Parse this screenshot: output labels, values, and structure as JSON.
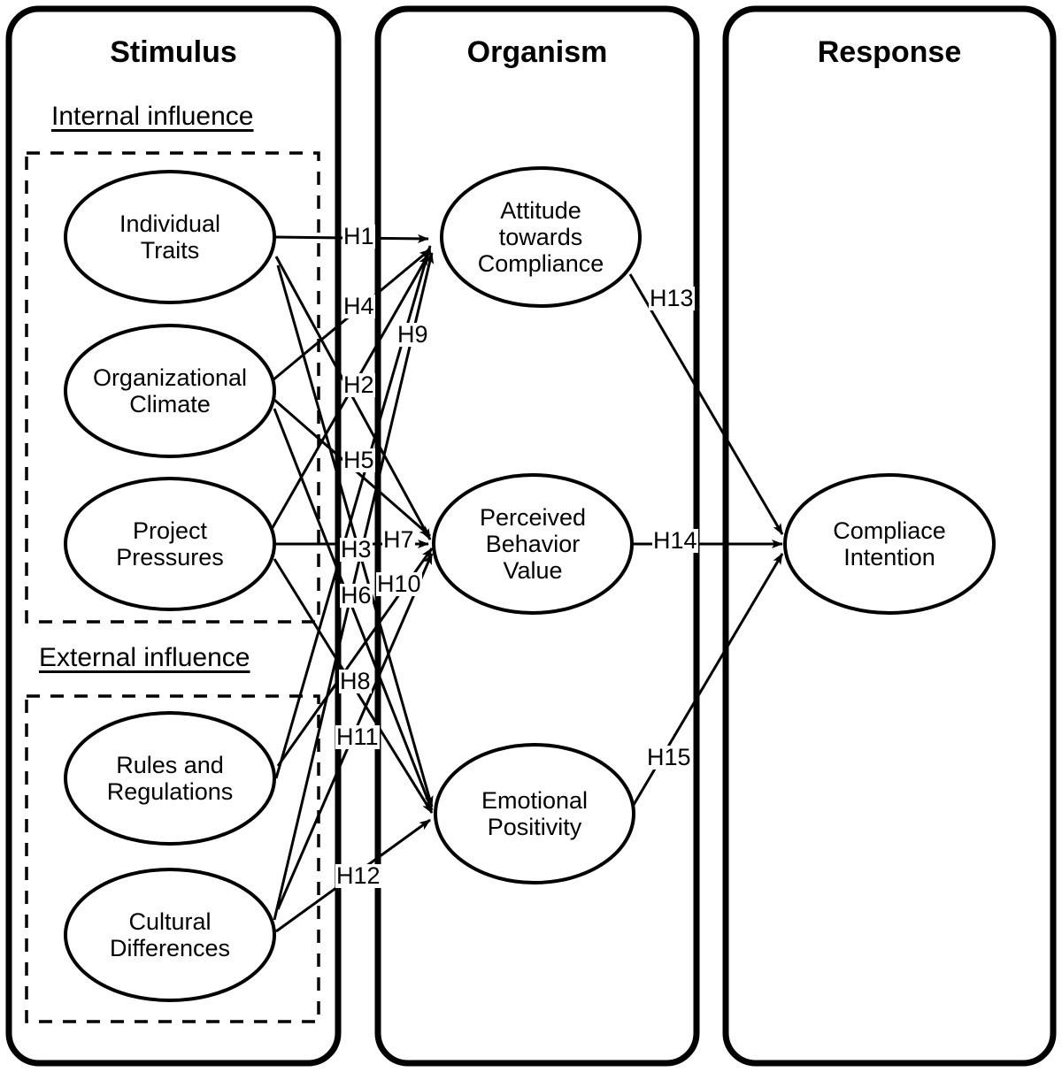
{
  "figure": {
    "type": "diagram",
    "framework": "Stimulus-Organism-Response (S-O-R) research model",
    "panels": [
      {
        "id": "stimulus",
        "title": "Stimulus"
      },
      {
        "id": "organism",
        "title": "Organism"
      },
      {
        "id": "response",
        "title": "Response"
      }
    ],
    "groups": [
      {
        "id": "internal",
        "title": "Internal influence"
      },
      {
        "id": "external",
        "title": "External influence"
      }
    ],
    "nodes": [
      {
        "id": "individual_traits",
        "label": "Individual\nTraits",
        "panel": "stimulus",
        "group": "internal"
      },
      {
        "id": "organizational_climate",
        "label": "Organizational\nClimate",
        "panel": "stimulus",
        "group": "internal"
      },
      {
        "id": "project_pressures",
        "label": "Project\nPressures",
        "panel": "stimulus",
        "group": "internal"
      },
      {
        "id": "rules_and_regulations",
        "label": "Rules and\nRegulations",
        "panel": "stimulus",
        "group": "external"
      },
      {
        "id": "cultural_differences",
        "label": "Cultural\nDifferences",
        "panel": "stimulus",
        "group": "external"
      },
      {
        "id": "attitude_towards_compliance",
        "label": "Attitude\ntowards\nCompliance",
        "panel": "organism"
      },
      {
        "id": "perceived_behavior_value",
        "label": "Perceived\nBehavior\nValue",
        "panel": "organism"
      },
      {
        "id": "emotional_positivity",
        "label": "Emotional\nPositivity",
        "panel": "organism"
      },
      {
        "id": "compliace_intention",
        "label": "Compliace\nIntention",
        "panel": "response"
      }
    ],
    "hypotheses": [
      {
        "id": "H1",
        "label": "H1",
        "from": "individual_traits",
        "to": "attitude_towards_compliance"
      },
      {
        "id": "H2",
        "label": "H2",
        "from": "organizational_climate",
        "to": "attitude_towards_compliance"
      },
      {
        "id": "H3",
        "label": "H3",
        "from": "project_pressures",
        "to": "attitude_towards_compliance"
      },
      {
        "id": "H4",
        "label": "H4",
        "from": "rules_and_regulations",
        "to": "attitude_towards_compliance"
      },
      {
        "id": "H5",
        "label": "H5",
        "from": "cultural_differences",
        "to": "attitude_towards_compliance"
      },
      {
        "id": "H6",
        "label": "H6",
        "from": "individual_traits",
        "to": "perceived_behavior_value"
      },
      {
        "id": "H7",
        "label": "H7",
        "from": "project_pressures",
        "to": "perceived_behavior_value"
      },
      {
        "id": "H8",
        "label": "H8",
        "from": "organizational_climate",
        "to": "perceived_behavior_value"
      },
      {
        "id": "H9",
        "label": "H9",
        "from": "rules_and_regulations",
        "to": "perceived_behavior_value"
      },
      {
        "id": "H10",
        "label": "H10",
        "from": "cultural_differences",
        "to": "perceived_behavior_value"
      },
      {
        "id": "H11",
        "label": "H11",
        "from": "individual_traits",
        "to": "emotional_positivity"
      },
      {
        "id": "H12",
        "label": "H12",
        "from": "cultural_differences",
        "to": "emotional_positivity"
      },
      {
        "id": "H13",
        "label": "H13",
        "from": "attitude_towards_compliance",
        "to": "compliace_intention"
      },
      {
        "id": "H14",
        "label": "H14",
        "from": "perceived_behavior_value",
        "to": "compliace_intention"
      },
      {
        "id": "H15",
        "label": "H15",
        "from": "emotional_positivity",
        "to": "compliace_intention"
      }
    ],
    "colors": {
      "stroke": "#000000",
      "background": "#ffffff",
      "text": "#000000"
    }
  }
}
